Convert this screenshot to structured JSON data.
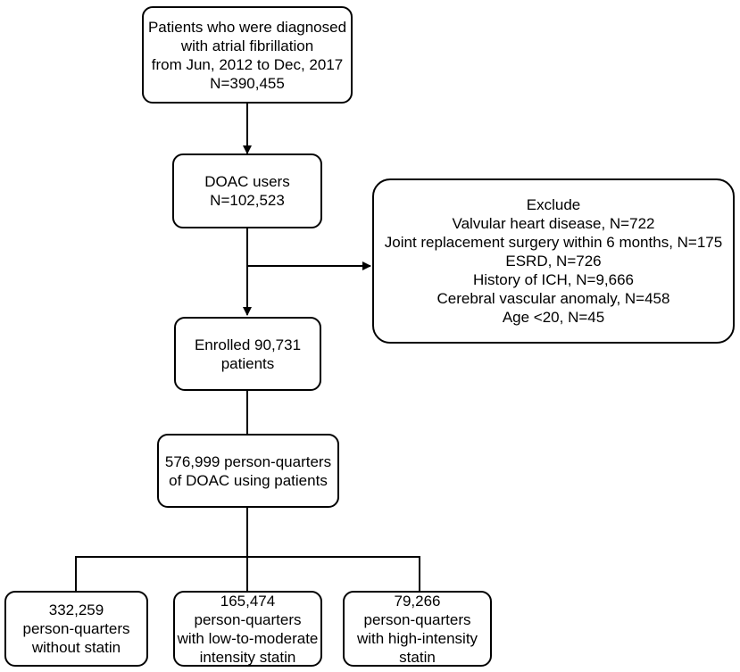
{
  "boxes": {
    "diagnosed": [
      "Patients who were diagnosed",
      "with atrial fibrillation",
      "from Jun, 2012 to Dec, 2017",
      "N=390,455"
    ],
    "doac_users": [
      "DOAC users",
      "N=102,523"
    ],
    "exclude": [
      "Exclude",
      "Valvular heart disease, N=722",
      "Joint replacement surgery within 6 months, N=175",
      "ESRD, N=726",
      "History of ICH, N=9,666",
      "Cerebral vascular anomaly, N=458",
      "Age <20, N=45"
    ],
    "enrolled": [
      "Enrolled 90,731",
      "patients"
    ],
    "person_quarters": [
      "576,999 person-quarters",
      "of DOAC using patients"
    ],
    "without_statin": [
      "332,259",
      "person-quarters",
      "without statin"
    ],
    "low_moderate": [
      "165,474",
      "person-quarters",
      "with low-to-moderate",
      "intensity statin"
    ],
    "high_intensity": [
      "79,266",
      "person-quarters",
      "with high-intensity",
      "statin"
    ]
  }
}
